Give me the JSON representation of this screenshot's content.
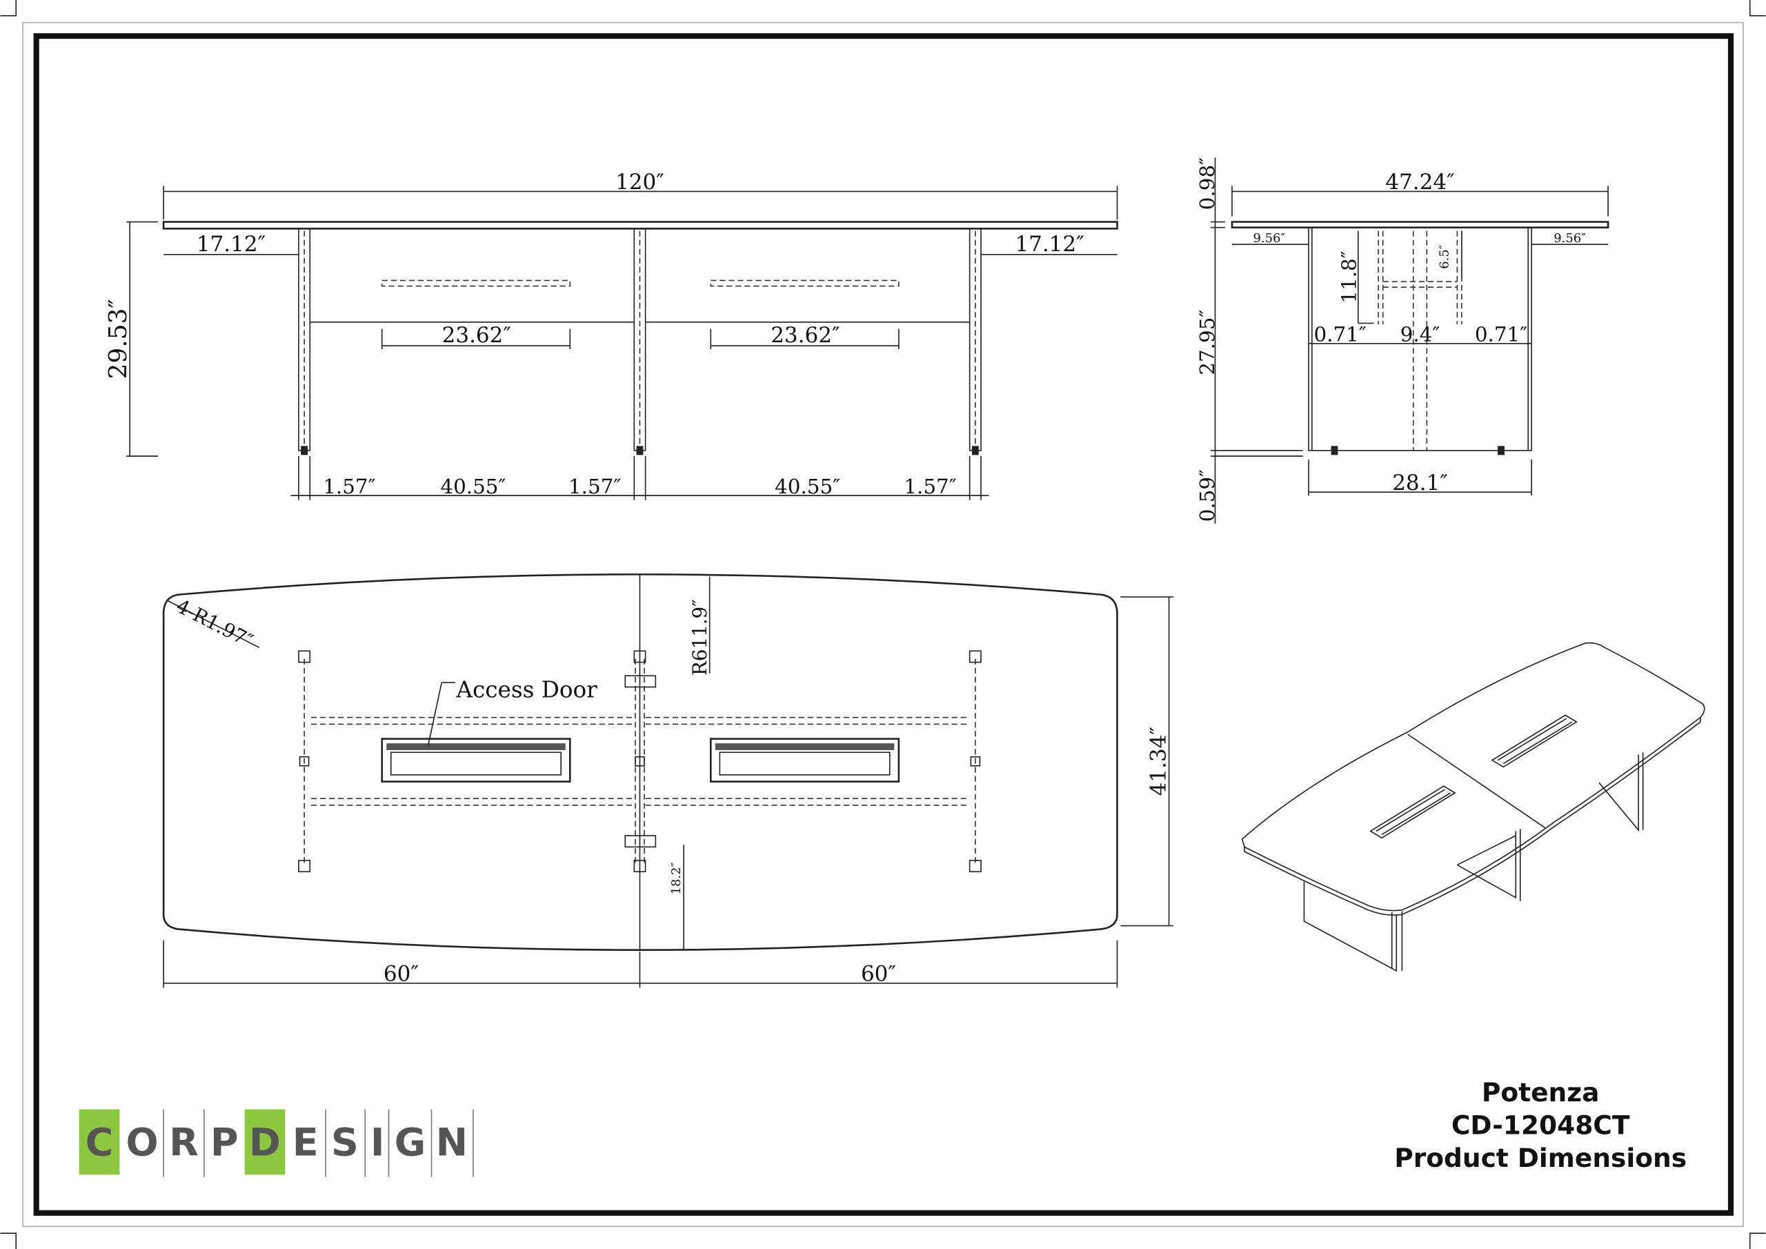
{
  "title": {
    "series": "Potenza",
    "model": "CD-12048CT",
    "subtitle": "Product Dimensions"
  },
  "logo": {
    "letters": [
      "C",
      "O",
      "R",
      "P",
      "D",
      "E",
      "S",
      "I",
      "G",
      "N"
    ],
    "accent": "#8dc63f",
    "text_color": "#555555"
  },
  "front_view": {
    "overall_length": "120″",
    "overhang_left": "17.12″",
    "overhang_right": "17.12″",
    "height": "29.53″",
    "grommet_left": "23.62″",
    "grommet_right": "23.62″",
    "bottom": [
      "1.57″",
      "40.55″",
      "1.57″",
      "40.55″",
      "1.57″"
    ]
  },
  "side_view": {
    "top_thickness": "0.98″",
    "overall_depth": "47.24″",
    "overhang_left": "9.56″",
    "overhang_right": "9.56″",
    "beam_drop": "11.8″",
    "beam_height": "6.5″",
    "panel_gaps": [
      "0.71″",
      "9.4″",
      "0.71″"
    ],
    "leg_height": "27.95″",
    "glide_height": "0.59″",
    "base_width": "28.1″"
  },
  "plan_view": {
    "corner_radius": "4-R1.97″",
    "arc_radius": "R611.9″",
    "access_door_label": "Access Door",
    "end_depth": "18.2″",
    "width": "41.34″",
    "half_left": "60″",
    "half_right": "60″"
  }
}
